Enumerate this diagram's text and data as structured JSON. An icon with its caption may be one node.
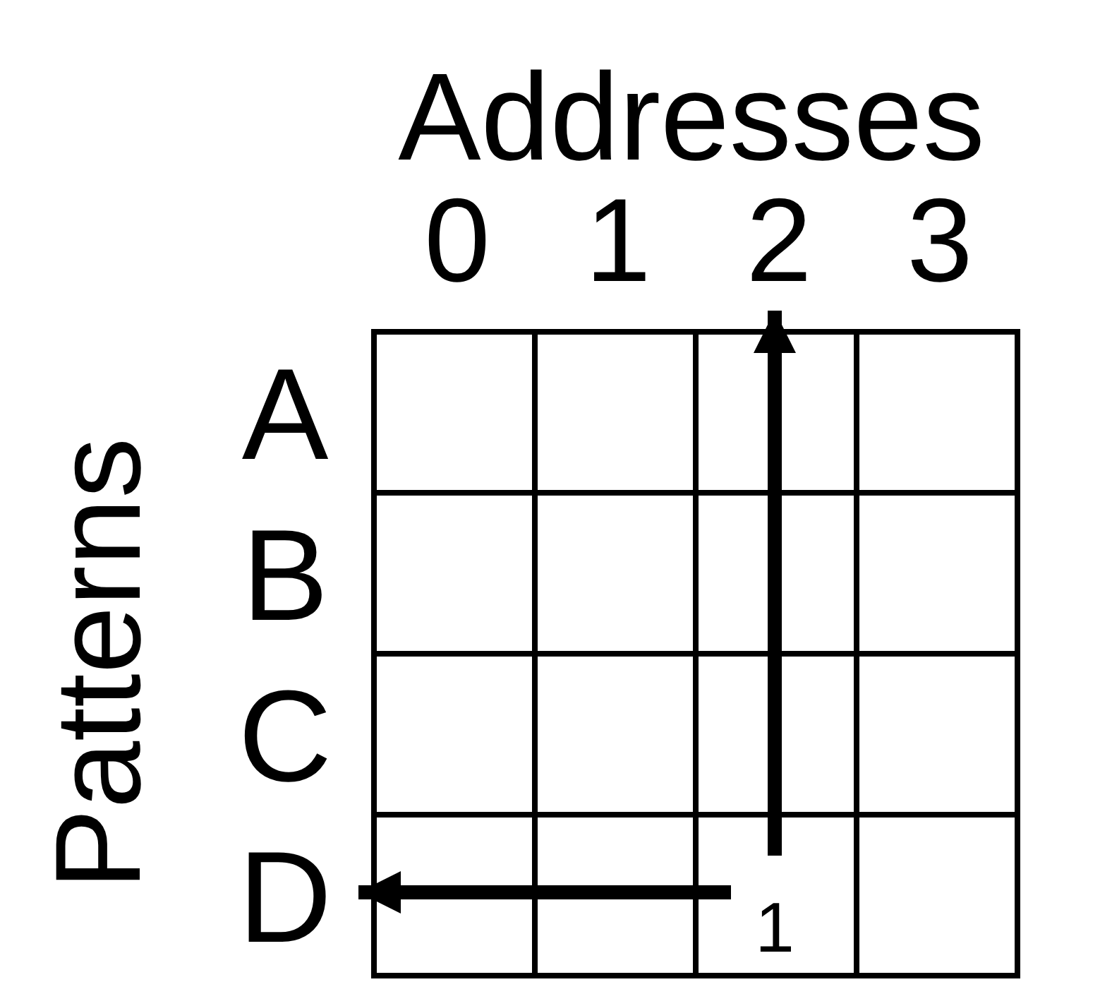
{
  "diagram": {
    "nodes": [
      {
        "text": [
          "2"
        ]
      },
      {
        "text": [
          "D"
        ]
      },
      {
        "text": [
          "1"
        ]
      }
    ],
    "edges": [
      {
        "from": 2,
        "to": 0,
        "arrow": "to"
      },
      {
        "from": 2,
        "to": 1,
        "arrow": "to"
      }
    ],
    "labels": [
      "Addresses",
      "0",
      "1",
      "3",
      "Patterns",
      "A",
      "B",
      "C"
    ]
  }
}
